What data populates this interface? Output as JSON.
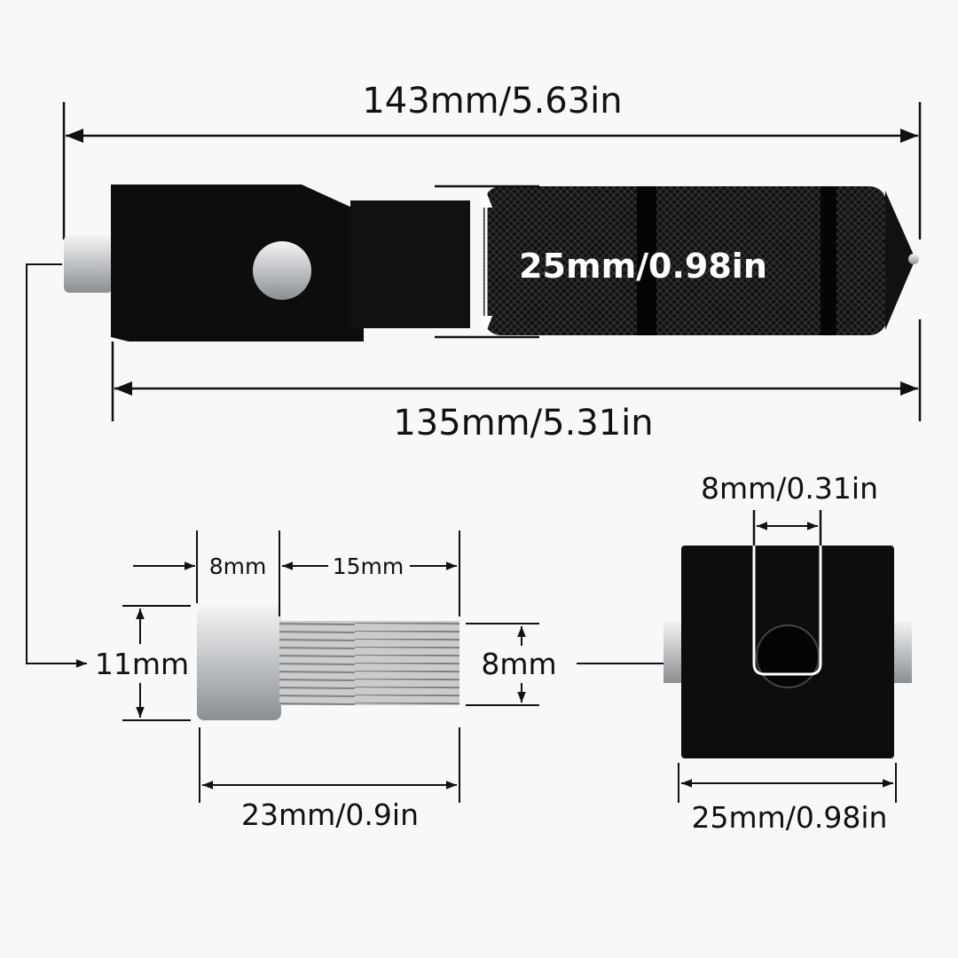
{
  "dimensions": {
    "overall_length": "143mm/5.63in",
    "grip_diameter": "25mm/0.98in",
    "body_length": "135mm/5.31in",
    "slot_width": "8mm/0.31in",
    "bolt_head_length": "8mm",
    "bolt_thread_length": "15mm",
    "bolt_head_diameter": "11mm",
    "bolt_thread_diameter": "8mm",
    "bolt_total_length": "23mm/0.9in",
    "block_width": "25mm/0.98in"
  },
  "colors": {
    "background": "#f6f8fa",
    "part_black": "#0d0d0d",
    "metal_silver": "#d8dadc"
  }
}
